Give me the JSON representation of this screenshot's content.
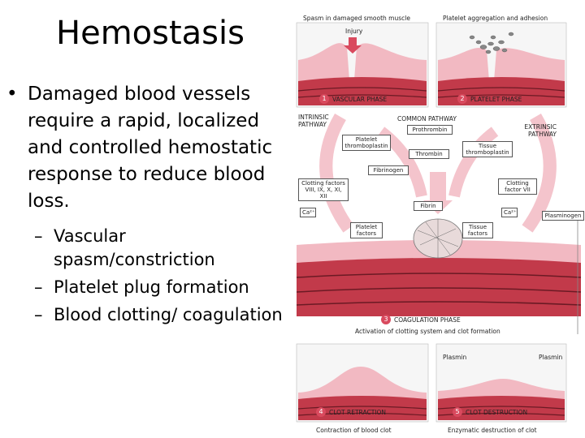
{
  "slide": {
    "title": "Hemostasis",
    "bullet_glyph": "•",
    "dash_glyph": "–",
    "main_bullet": "Damaged blood vessels require a rapid, localized and controlled hemostatic response to reduce blood loss.",
    "sub_bullets": [
      "Vascular spasm/constriction",
      "Platelet plug formation",
      "Blood clotting/ coagulation"
    ]
  },
  "figure": {
    "panel_vascular": "Spasm in damaged smooth muscle",
    "panel_platelet": "Platelet aggregation and adhesion",
    "injury": "Injury",
    "phases": {
      "vascular": {
        "num": "1",
        "label": "VASCULAR PHASE"
      },
      "platelet": {
        "num": "2",
        "label": "PLATELET PHASE"
      },
      "coagulation": {
        "num": "3",
        "label": "COAGULATION PHASE",
        "caption": "Activation of clotting system and clot formation"
      },
      "retraction": {
        "num": "4",
        "label": "CLOT RETRACTION",
        "caption": "Contraction of blood clot"
      },
      "destruction": {
        "num": "5",
        "label": "CLOT DESTRUCTION",
        "caption": "Enzymatic destruction of clot"
      }
    },
    "pathways": {
      "common": "COMMON PATHWAY",
      "intrinsic": "INTRINSIC PATHWAY",
      "extrinsic": "EXTRINSIC PATHWAY"
    },
    "boxes": {
      "prothrombin": "Prothrombin",
      "thrombin": "Thrombin",
      "fibrinogen": "Fibrinogen",
      "fibrin": "Fibrin",
      "platelet_thromboplastin": "Platelet thromboplastin",
      "tissue_thromboplastin": "Tissue thromboplastin",
      "clotting_factors_intrinsic": "Clotting factors VIII, IX, X, XI, XII",
      "clotting_factor_extrinsic": "Clotting factor VII",
      "platelet_factors": "Platelet factors",
      "tissue_factors": "Tissue factors",
      "ca_left": "Ca²⁺",
      "ca_right": "Ca²⁺"
    },
    "plasminogen": "Plasminogen",
    "plasmin_left": "Plasmin",
    "plasmin_right": "Plasmin"
  },
  "colors": {
    "tissue_red": "#c23a4a",
    "tissue_pink": "#f2b9c2",
    "tissue_dark": "#6b1a24",
    "arrow_pink": "#f4c4cc",
    "badge_red": "#d94a5e"
  }
}
